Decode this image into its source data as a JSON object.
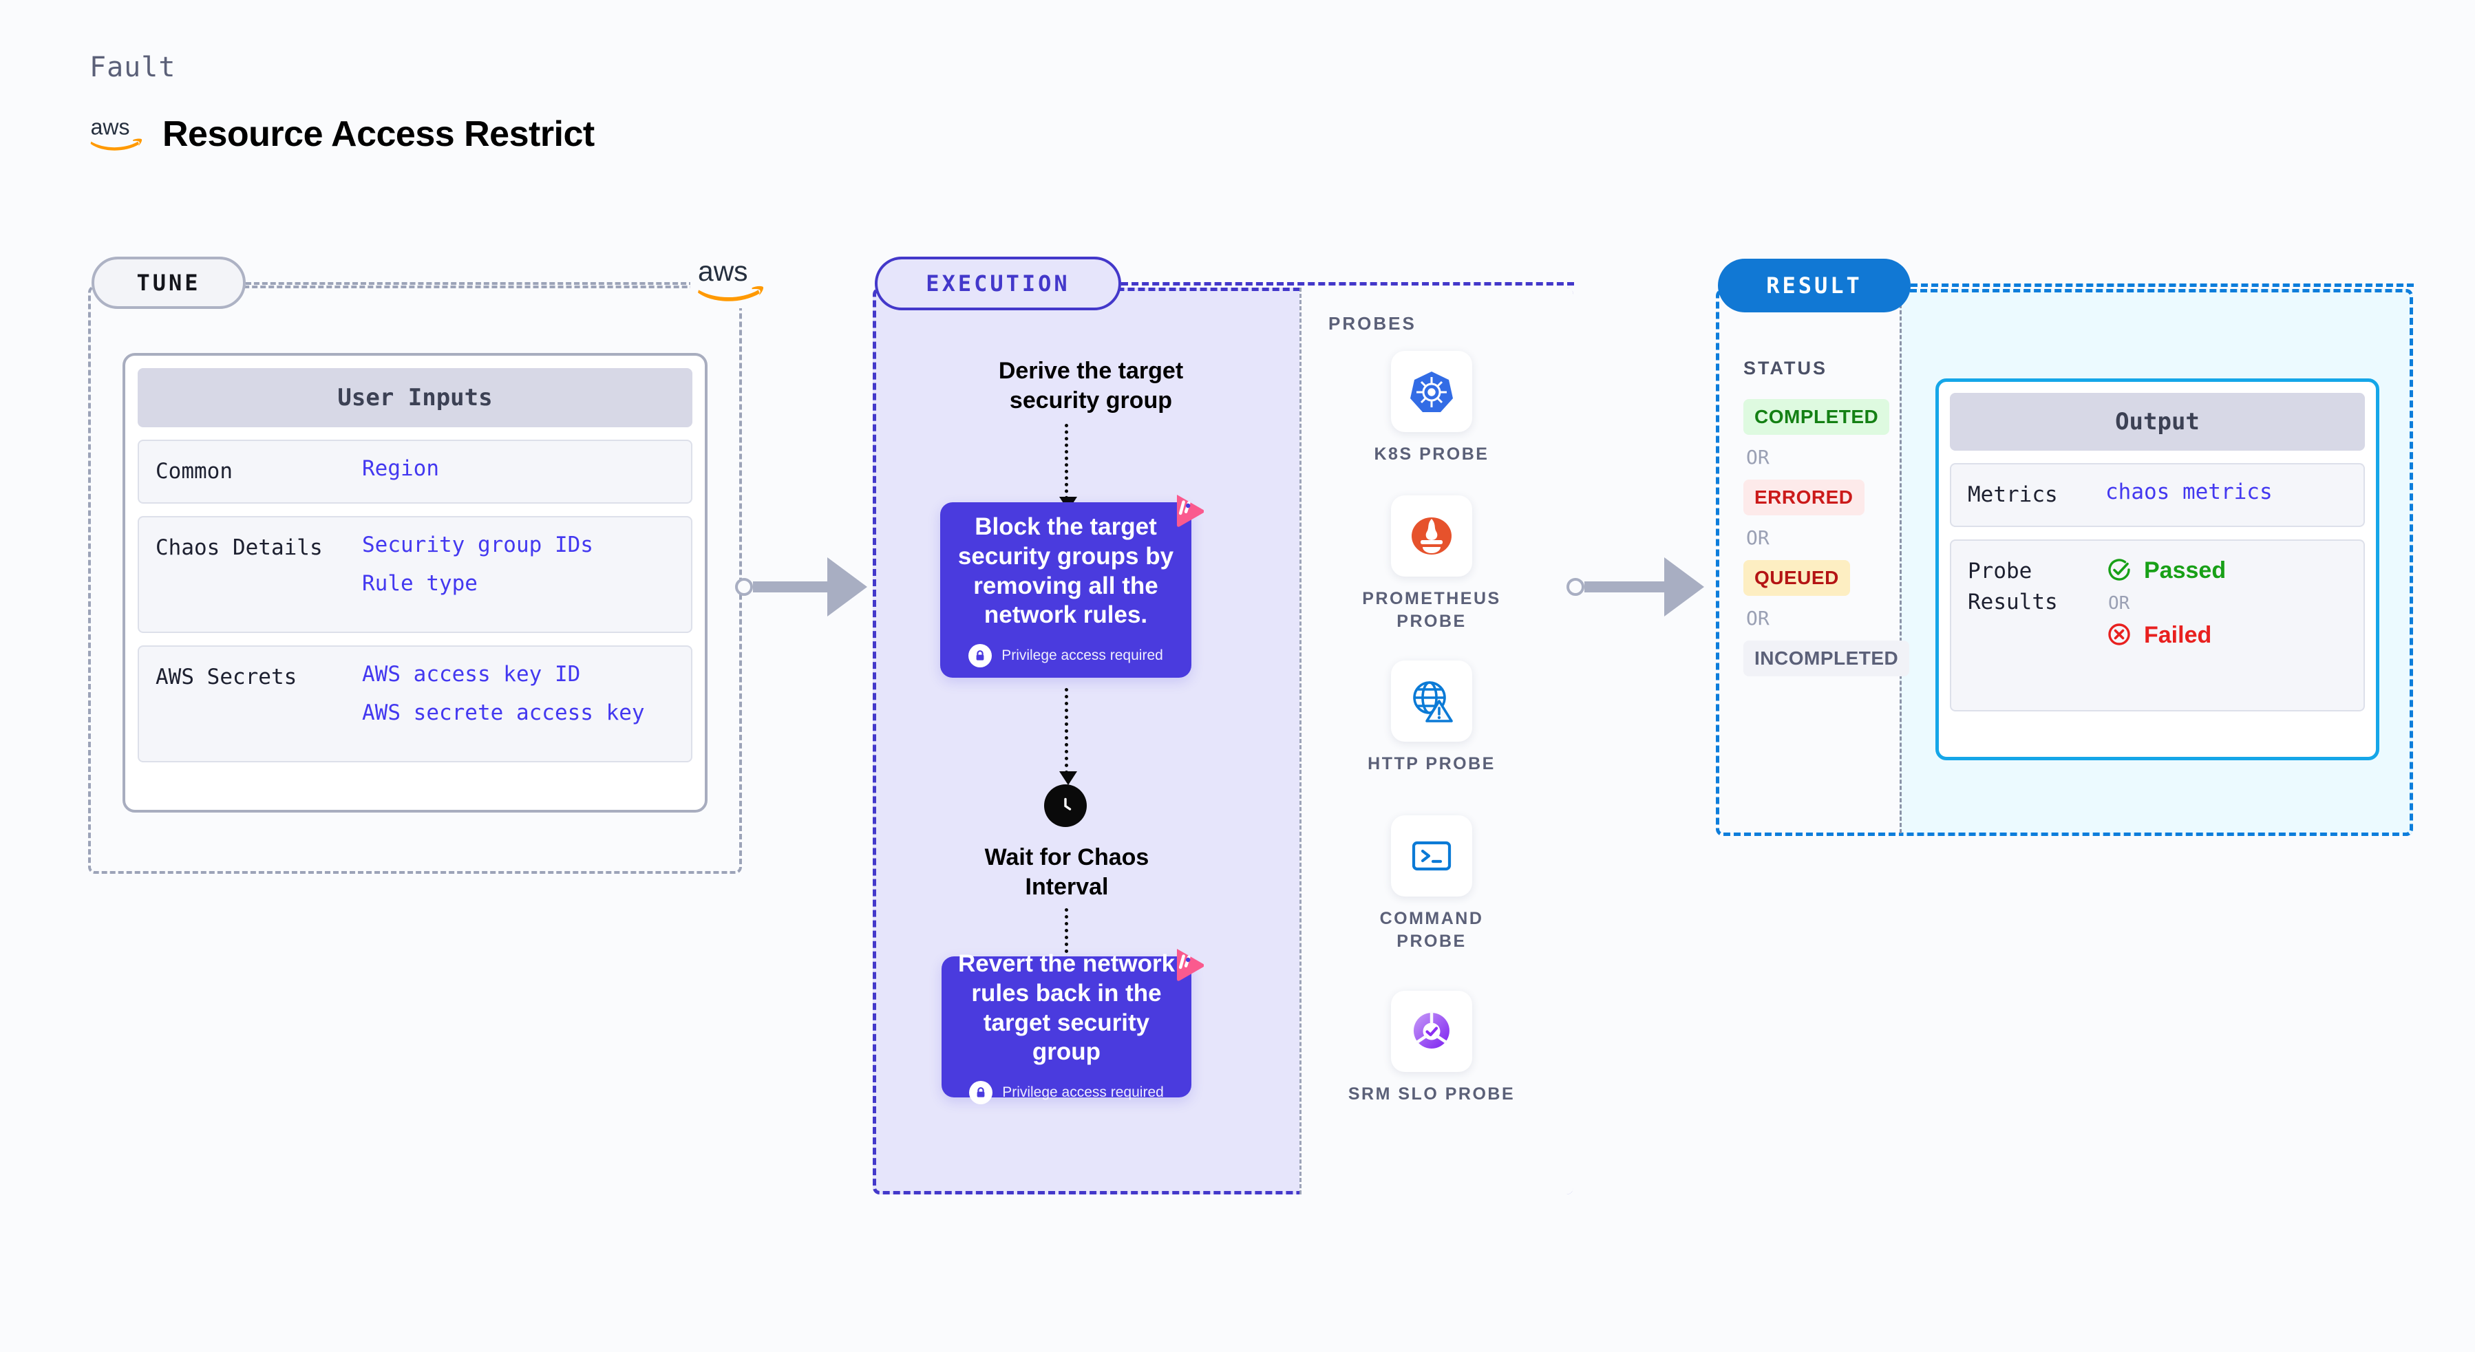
{
  "header": {
    "kicker": "Fault",
    "title": "Resource Access Restrict",
    "brand_icon": "aws-logo"
  },
  "tune": {
    "pill_label": "TUNE",
    "brand_icon": "aws-logo",
    "card": {
      "title": "User Inputs",
      "rows": [
        {
          "label": "Common",
          "values": [
            "Region"
          ]
        },
        {
          "label": "Chaos Details",
          "values": [
            "Security group IDs",
            "Rule type"
          ]
        },
        {
          "label": "AWS Secrets",
          "values": [
            "AWS access key ID",
            "AWS secrete access key"
          ]
        }
      ]
    }
  },
  "execution": {
    "pill_label": "EXECUTION",
    "steps": [
      {
        "type": "label",
        "text": "Derive the target security group"
      },
      {
        "type": "box",
        "text": "Block the target security groups by removing all the network rules.",
        "privilege": "Privilege access required",
        "badge_icon": "litmus-logo",
        "lock_icon": "lock-icon"
      },
      {
        "type": "wait",
        "text": "Wait for Chaos Interval",
        "icon": "clock-icon"
      },
      {
        "type": "box",
        "text": "Revert the network rules back in the target security group",
        "privilege": "Privilege access required",
        "badge_icon": "litmus-logo",
        "lock_icon": "lock-icon"
      }
    ]
  },
  "probes": {
    "title": "PROBES",
    "items": [
      {
        "label": "K8S PROBE",
        "icon": "kubernetes-icon"
      },
      {
        "label": "PROMETHEUS PROBE",
        "icon": "prometheus-icon"
      },
      {
        "label": "HTTP PROBE",
        "icon": "http-globe-warning-icon"
      },
      {
        "label": "COMMAND PROBE",
        "icon": "terminal-icon"
      },
      {
        "label": "SRM SLO PROBE",
        "icon": "srm-slo-icon"
      }
    ]
  },
  "result": {
    "pill_label": "RESULT",
    "status_title": "STATUS",
    "or_label": "OR",
    "statuses": [
      {
        "label": "COMPLETED",
        "bg": "#defae0",
        "fg": "#148014"
      },
      {
        "label": "ERRORED",
        "bg": "#fdeaea",
        "fg": "#cb1a1a"
      },
      {
        "label": "QUEUED",
        "bg": "#fdeec2",
        "fg": "#b41414"
      },
      {
        "label": "INCOMPLETED",
        "bg": "#f1f2f7",
        "fg": "#5b6078"
      }
    ],
    "output": {
      "title": "Output",
      "metrics": {
        "label": "Metrics",
        "value": "chaos metrics"
      },
      "probe_results": {
        "label": "Probe Results",
        "or_label": "OR",
        "passed": {
          "label": "Passed",
          "icon": "check-circle-icon",
          "color": "#18a017"
        },
        "failed": {
          "label": "Failed",
          "icon": "x-circle-icon",
          "color": "#e8201f"
        }
      }
    }
  },
  "connectors": [
    {
      "name": "tune-to-execution"
    },
    {
      "name": "execution-to-result"
    }
  ],
  "colors": {
    "canvas": "#fafbfd",
    "tune_border": "#9ca3b8",
    "execution_border": "#4338ca",
    "execution_fill": "#e6e5fb",
    "result_border": "#0d7ddb",
    "result_fill": "#ecfaff",
    "exec_box": "#4a3bde",
    "accent_value": "#4338f0",
    "litmus_pink": "#fa5a8e"
  }
}
